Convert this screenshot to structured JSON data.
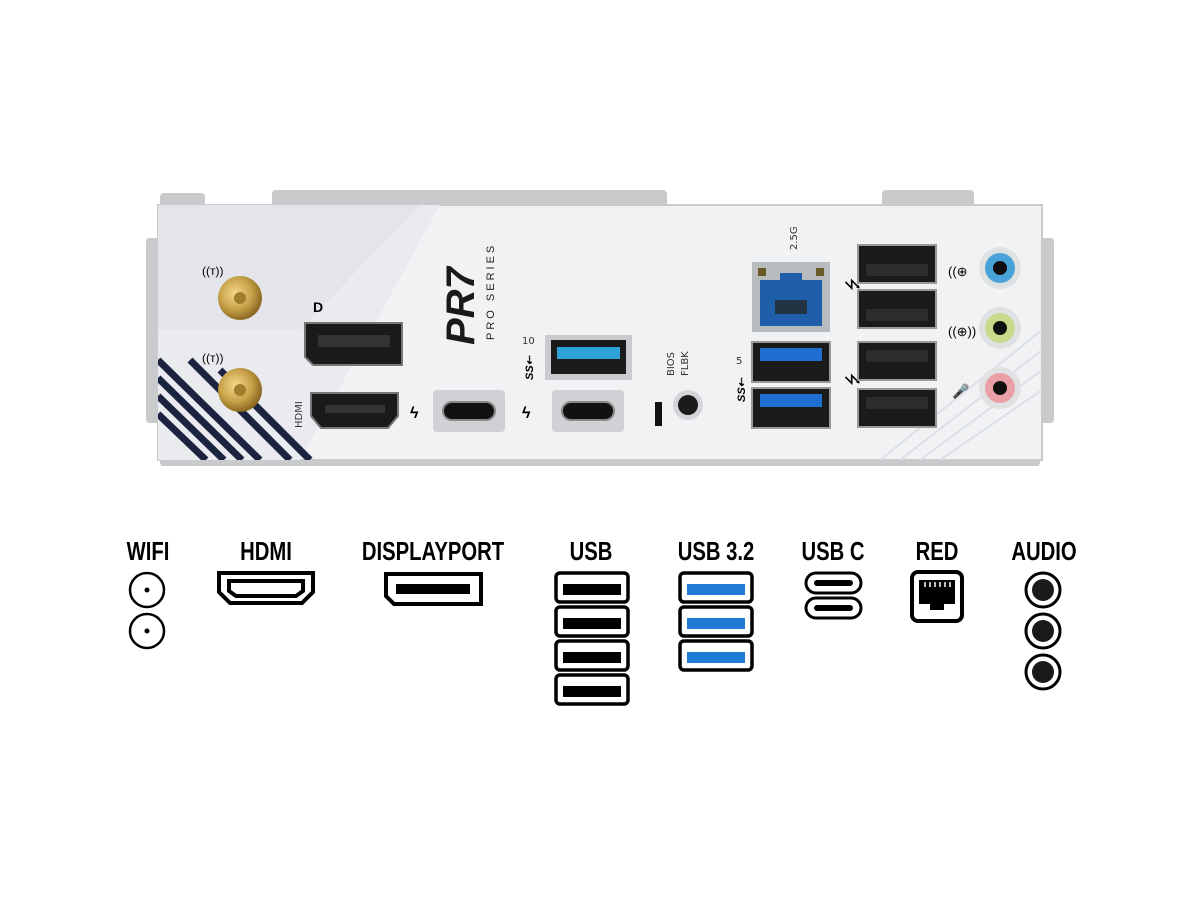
{
  "panel": {
    "brand_logo": "PR7",
    "series_text": "PRO SERIES",
    "hdmi_label": "HDMI",
    "bios_label_1": "BIOS",
    "bios_label_2": "FLBK",
    "lan_label": "2.5G",
    "usb10_label": "10",
    "usb5_label": "5",
    "colors": {
      "audio_line_in": "#4aa3d8",
      "audio_line_out": "#c6dc8c",
      "audio_mic": "#e8a0a6",
      "usb3_blue": "#1f6fd0",
      "antenna_gold": "#c9a24a"
    }
  },
  "legend": {
    "wifi": "WIFI",
    "hdmi": "HDMI",
    "displayport": "DISPLAYPORT",
    "usb": "USB",
    "usb32": "USB 3.2",
    "usbc": "USB C",
    "red": "RED",
    "audio": "AUDIO"
  }
}
